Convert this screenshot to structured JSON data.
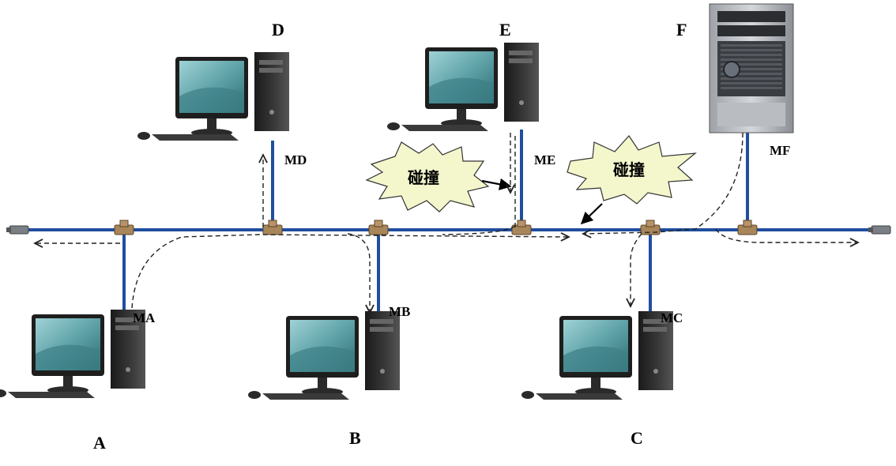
{
  "nodes": {
    "A": "A",
    "B": "B",
    "C": "C",
    "D": "D",
    "E": "E",
    "F": "F"
  },
  "nics": {
    "MA": "MA",
    "MB": "MB",
    "MC": "MC",
    "MD": "MD",
    "ME": "ME",
    "MF": "MF"
  },
  "collisions": [
    "碰撞",
    "碰撞"
  ],
  "colors": {
    "cable": "#1f4e9e",
    "burst_fill": "#f4f7cc",
    "screen": "#5fa3a8",
    "pc_body": "#2b2b2b",
    "server_body": "#c9ccd1"
  }
}
